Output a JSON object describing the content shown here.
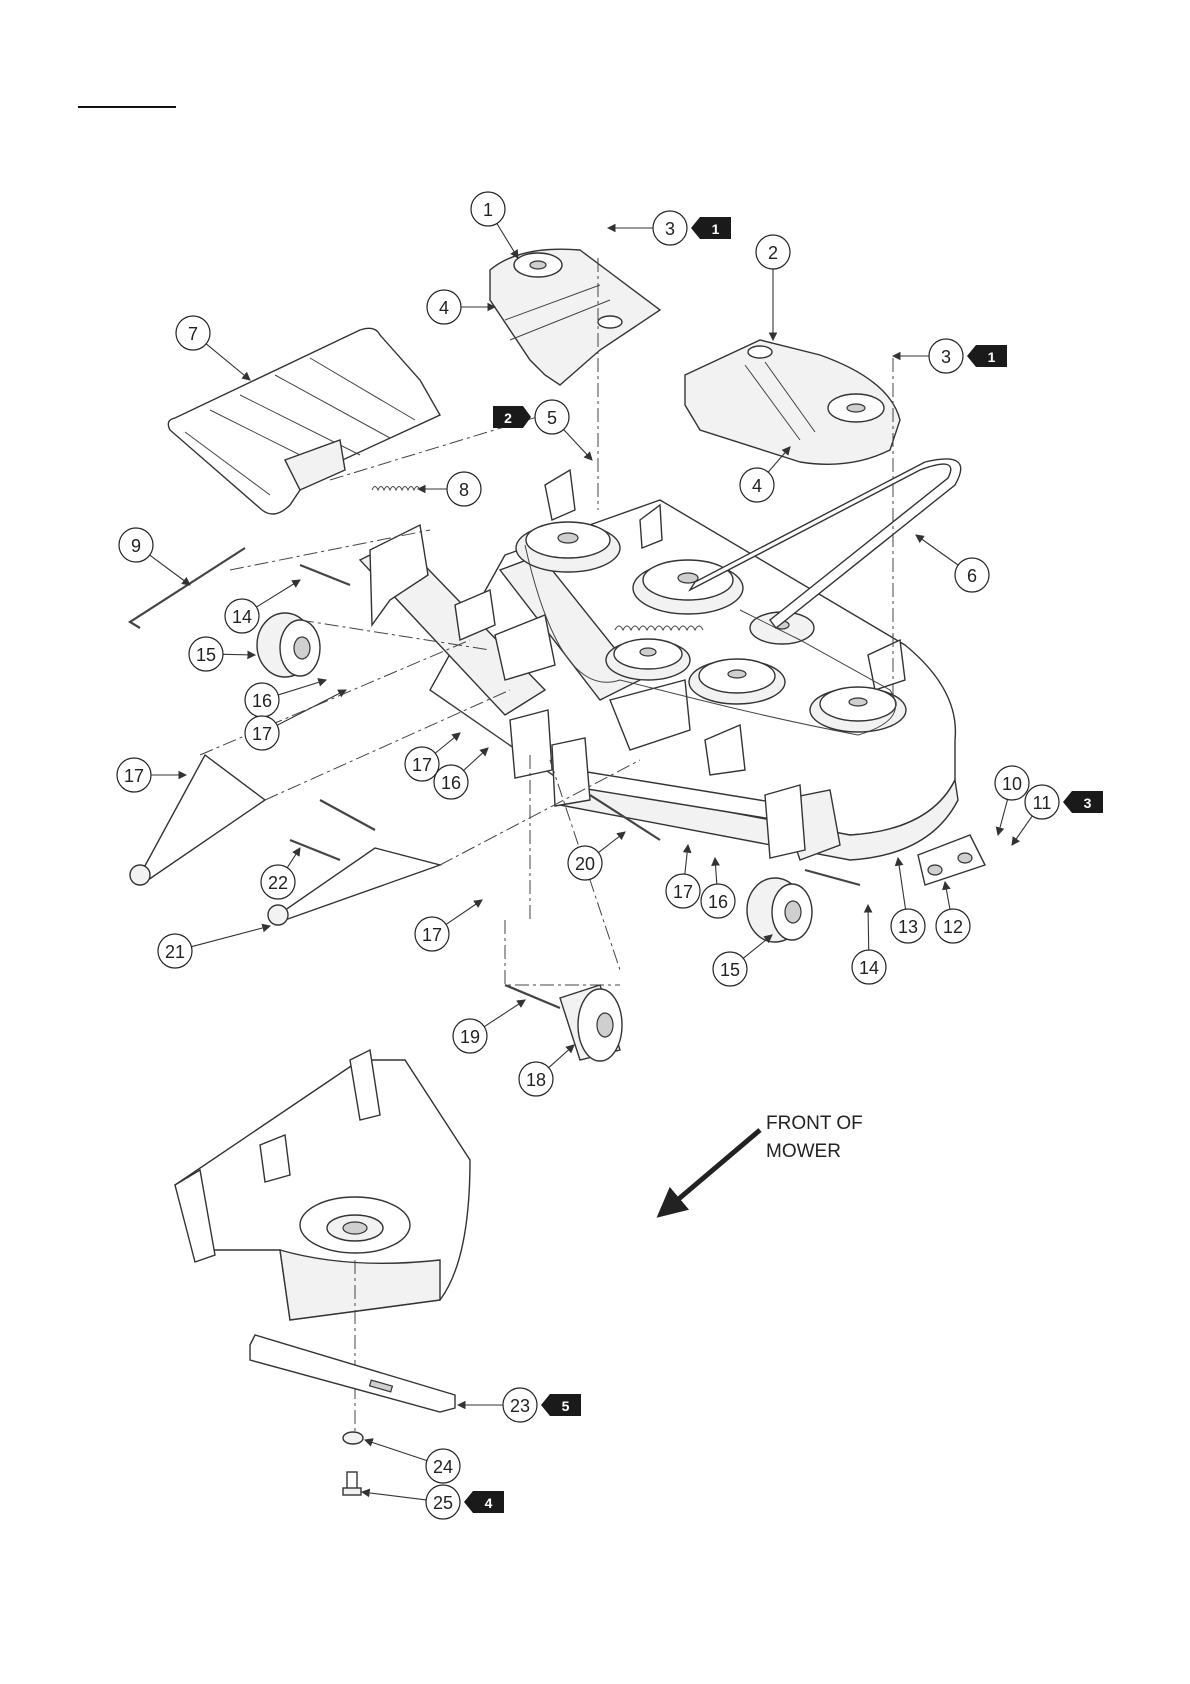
{
  "front_note": {
    "line1": "FRONT OF",
    "line2": "MOWER"
  },
  "callouts": [
    {
      "id": "c1",
      "num": "1"
    },
    {
      "id": "c2",
      "num": "2"
    },
    {
      "id": "c3a",
      "num": "3",
      "flag": "1"
    },
    {
      "id": "c3b",
      "num": "3",
      "flag": "1"
    },
    {
      "id": "c4a",
      "num": "4"
    },
    {
      "id": "c4b",
      "num": "4"
    },
    {
      "id": "c5",
      "num": "5",
      "flag": "2"
    },
    {
      "id": "c6",
      "num": "6"
    },
    {
      "id": "c7",
      "num": "7"
    },
    {
      "id": "c8",
      "num": "8"
    },
    {
      "id": "c9",
      "num": "9"
    },
    {
      "id": "c10",
      "num": "10"
    },
    {
      "id": "c11",
      "num": "11",
      "flag": "3"
    },
    {
      "id": "c12",
      "num": "12"
    },
    {
      "id": "c13",
      "num": "13"
    },
    {
      "id": "c14a",
      "num": "14"
    },
    {
      "id": "c14b",
      "num": "14"
    },
    {
      "id": "c15a",
      "num": "15"
    },
    {
      "id": "c15b",
      "num": "15"
    },
    {
      "id": "c16a",
      "num": "16"
    },
    {
      "id": "c16b",
      "num": "16"
    },
    {
      "id": "c16c",
      "num": "16"
    },
    {
      "id": "c17a",
      "num": "17"
    },
    {
      "id": "c17b",
      "num": "17"
    },
    {
      "id": "c17c",
      "num": "17"
    },
    {
      "id": "c17d",
      "num": "17"
    },
    {
      "id": "c17e",
      "num": "17"
    },
    {
      "id": "c18",
      "num": "18"
    },
    {
      "id": "c19",
      "num": "19"
    },
    {
      "id": "c20",
      "num": "20"
    },
    {
      "id": "c21",
      "num": "21"
    },
    {
      "id": "c22",
      "num": "22"
    },
    {
      "id": "c23",
      "num": "23",
      "flag": "5"
    },
    {
      "id": "c24",
      "num": "24"
    },
    {
      "id": "c25",
      "num": "25",
      "flag": "4"
    }
  ]
}
